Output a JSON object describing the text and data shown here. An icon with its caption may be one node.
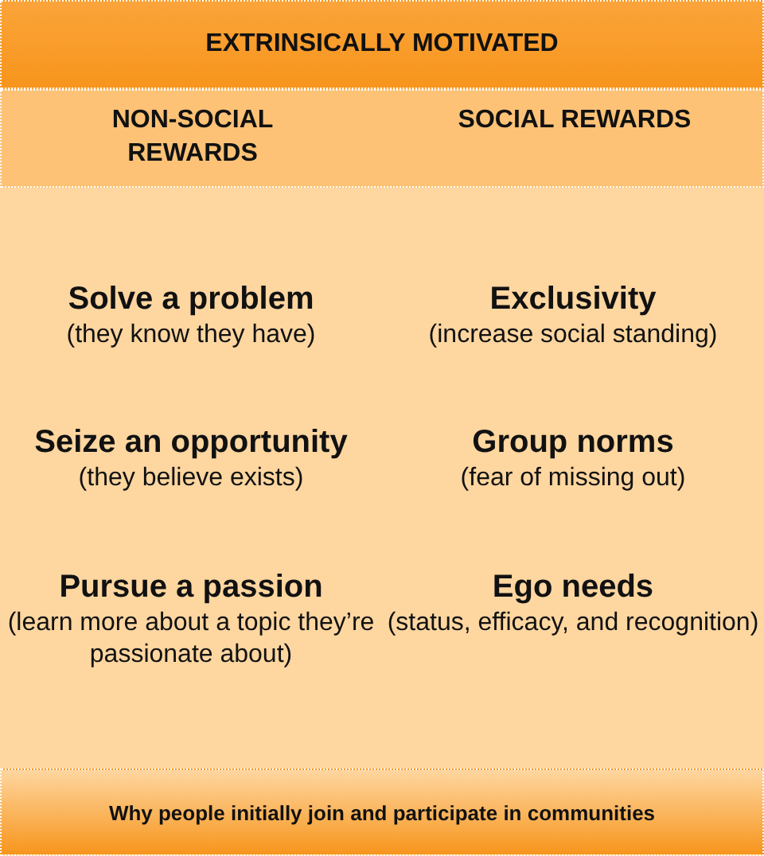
{
  "diagram": {
    "nodes": [
      {
        "text": [
          "EXTRINSICALLY MOTIVATED"
        ]
      },
      {
        "text": [
          "NON-SOCIAL REWARDS",
          "SOCIAL REWARDS"
        ]
      },
      {
        "text": [
          "Why people initially join and participate in communities"
        ]
      }
    ],
    "labels": [
      "Solve a problem",
      "(they know they have)",
      "Exclusivity",
      "(increase social standing)",
      "Seize an opportunity",
      "(they believe exists)",
      "Group norms",
      "(fear of missing out)",
      "Pursue a passion",
      "(learn more about a topic they’re passionate about)",
      "Ego needs",
      "(status, efficacy, and recognition)"
    ]
  }
}
